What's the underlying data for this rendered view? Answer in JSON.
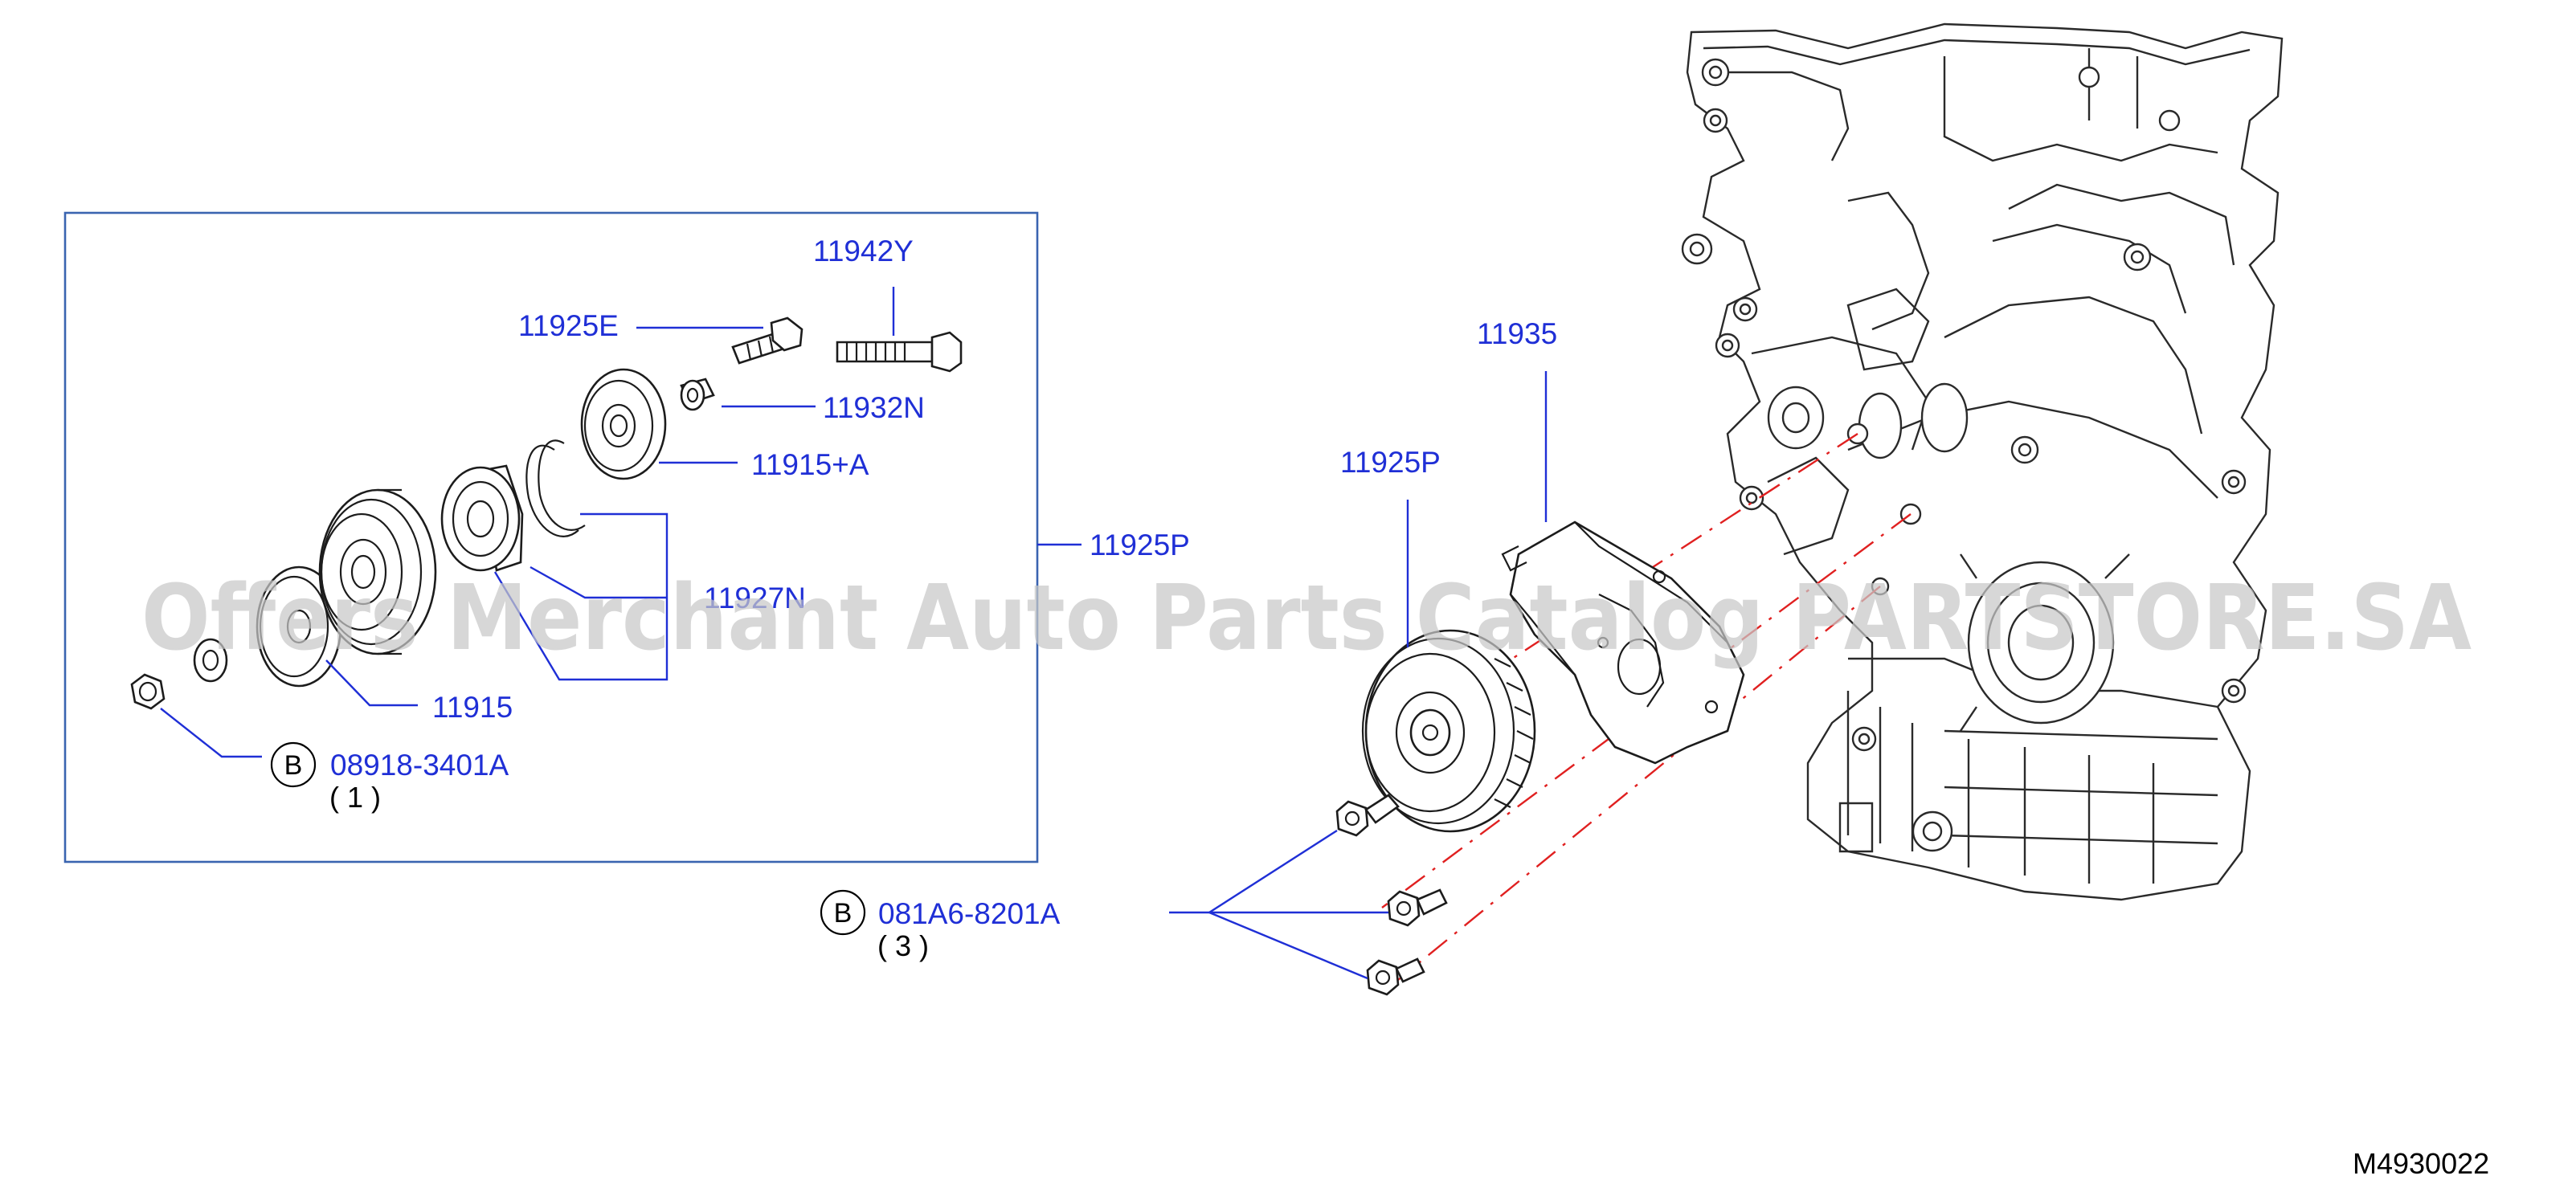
{
  "diagram": {
    "callouts": {
      "c_11942y": "11942Y",
      "c_11925e": "11925E",
      "c_11932n": "11932N",
      "c_11915a": "11915+A",
      "c_11927n": "11927N",
      "c_11915": "11915",
      "c_11925p_box": "11925P",
      "c_11925p": "11925P",
      "c_11935": "11935",
      "c_08918": "08918-3401A",
      "c_081a6": "081A6-8201A"
    },
    "symbols": {
      "b1": "B",
      "b2": "B"
    },
    "quantities": {
      "q1": "( 1 )",
      "q2": "( 3 )"
    },
    "watermark": "Offers Merchant Auto Parts Catalog PARTSTORE.SA",
    "figure_ref": "M4930022",
    "colors": {
      "callout": "#1f2fd6",
      "centerline": "#e02020",
      "box": "#3a64b0",
      "watermark": "#c8c8c8"
    }
  }
}
